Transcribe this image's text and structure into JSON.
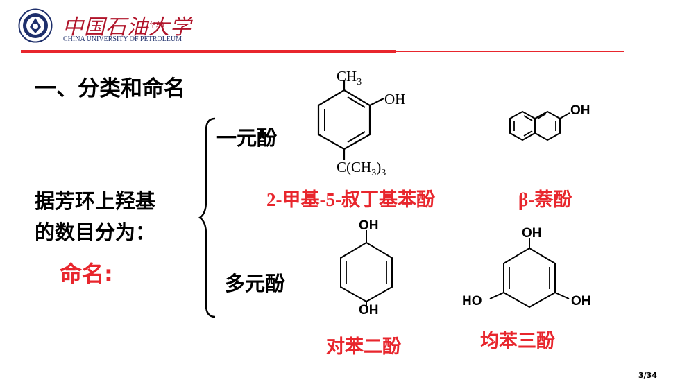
{
  "header": {
    "logo_cn": "中国石油大学",
    "logo_cn_sub": "(华东)",
    "logo_en": "CHINA UNIVERSITY OF PETROLEUM"
  },
  "slide": {
    "title": "一、分类和命名",
    "description_line1": "据芳环上羟基",
    "description_line2": "的数目分为：",
    "naming_label": "命名:",
    "category_mono": "一元酚",
    "category_poly": "多元酚"
  },
  "structures": {
    "s1": {
      "top_group": "CH",
      "top_sub": "3",
      "oh": "OH",
      "bottom_group": "C(CH",
      "bottom_sub1": "3",
      "bottom_close": ")",
      "bottom_sub2": "3"
    },
    "s2": {
      "oh": "OH"
    },
    "s3": {
      "oh_top": "OH",
      "oh_bottom": "OH"
    },
    "s4": {
      "oh_top": "OH",
      "oh_left": "HO",
      "oh_right": "OH"
    }
  },
  "names": {
    "n1": "2-甲基-5-叔丁基苯酚",
    "n2": "β-萘酚",
    "n3": "对苯二酚",
    "n4": "均苯三酚"
  },
  "page_number": "3/34",
  "colors": {
    "accent_red": "#e8262d",
    "logo_red": "#b0142a",
    "logo_blue": "#1e2f6b"
  }
}
